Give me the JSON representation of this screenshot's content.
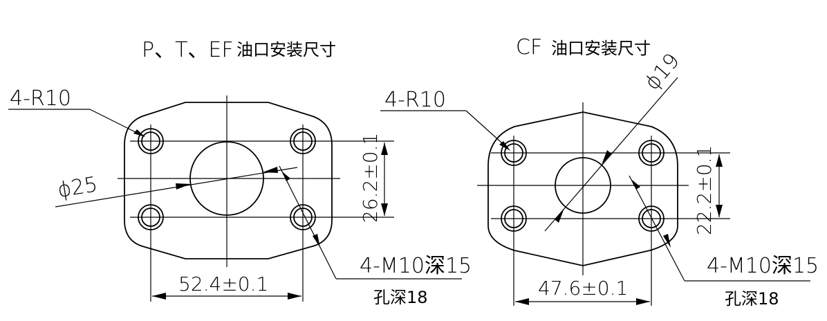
{
  "left": {
    "title_latin": "P、T、EF",
    "title_cn": "油口安装尺寸",
    "corner_radius": "4-R10",
    "bore_diameter": "ϕ25",
    "vertical_dim": "26.2±0.1",
    "horizontal_dim": "52.4±0.1",
    "thread": "4-M10深15",
    "hole_depth": "孔深18"
  },
  "right": {
    "title_latin": "CF",
    "title_cn": "油口安装尺寸",
    "corner_radius": "4-R10",
    "bore_diameter": "ϕ19",
    "vertical_dim": "22.2±0.1",
    "horizontal_dim": "47.6±0.1",
    "thread": "4-M10深15",
    "hole_depth": "孔深18"
  }
}
